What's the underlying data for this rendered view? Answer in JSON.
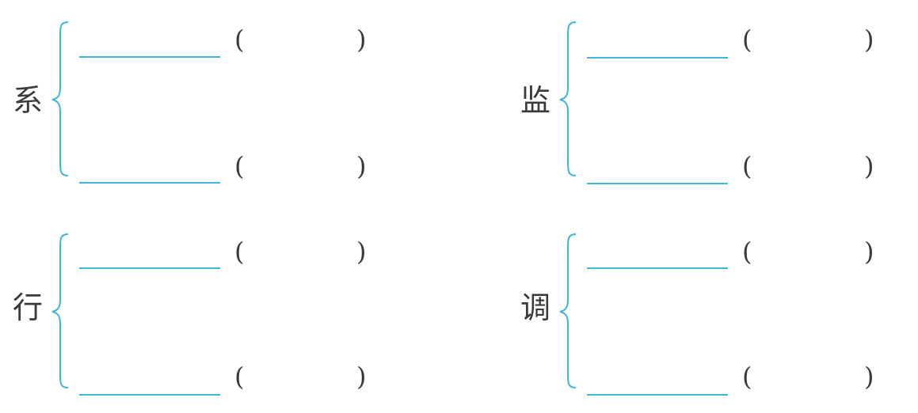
{
  "paren_open": "(",
  "paren_close": ")",
  "accent_color": "#3cb6d9",
  "groups": [
    {
      "char": "系"
    },
    {
      "char": "监"
    },
    {
      "char": "行"
    },
    {
      "char": "调"
    }
  ]
}
